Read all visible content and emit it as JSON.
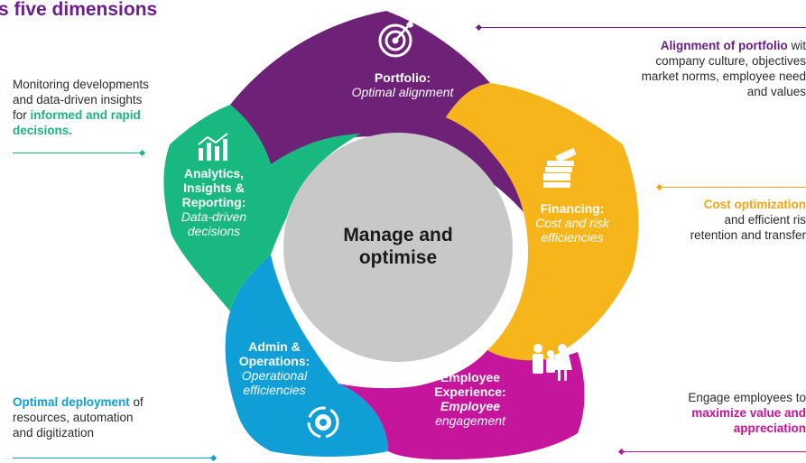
{
  "title": "s five dimensions",
  "center": {
    "line1": "Manage and",
    "line2": "optimise"
  },
  "segments": {
    "portfolio": {
      "heading": "Portfolio:",
      "sub": "Optimal alignment",
      "icon": "target-icon",
      "color": "#6d2177"
    },
    "financing": {
      "heading": "Financing:",
      "sub1": "Cost and risk",
      "sub2": "efficiencies",
      "icon": "money-stack-icon",
      "color": "#f7b51c"
    },
    "employee": {
      "h1": "Employee",
      "h2": "Experience:",
      "s1": "Employee",
      "s2": "engagement",
      "icon": "people-icon",
      "color": "#c4159c"
    },
    "admin": {
      "h1": "Admin &",
      "h2": "Operations:",
      "s1": "Operational",
      "s2": "efficiencies",
      "icon": "gear-cycle-icon",
      "color": "#0f9fd6"
    },
    "analytics": {
      "h1": "Analytics,",
      "h2": "Insights &",
      "h3": "Reporting:",
      "s1": "Data-driven",
      "s2": "decisions",
      "icon": "bar-chart-icon",
      "color": "#19b880"
    }
  },
  "side": {
    "top_left": {
      "l1": "Monitoring developments",
      "l2": "and data-driven insights",
      "l3a": "for ",
      "l3b": "informed and rapid",
      "l4": "decisions."
    },
    "top_right": {
      "l1a": "Alignment of portfolio",
      "l1b": " wit",
      "l2": "company culture, objectives",
      "l3": "market norms, employee need",
      "l4": "and values"
    },
    "mid_right": {
      "l1": "Cost optimization",
      "l2": "and efficient ris",
      "l3": "retention and transfer"
    },
    "bottom_left": {
      "l1a": "Optimal deployment",
      "l1b": " of",
      "l2": "resources, automation",
      "l3": "and digitization"
    },
    "bottom_right": {
      "l1": "Engage employees to",
      "l2": "maximize value and",
      "l3": "appreciation"
    }
  }
}
